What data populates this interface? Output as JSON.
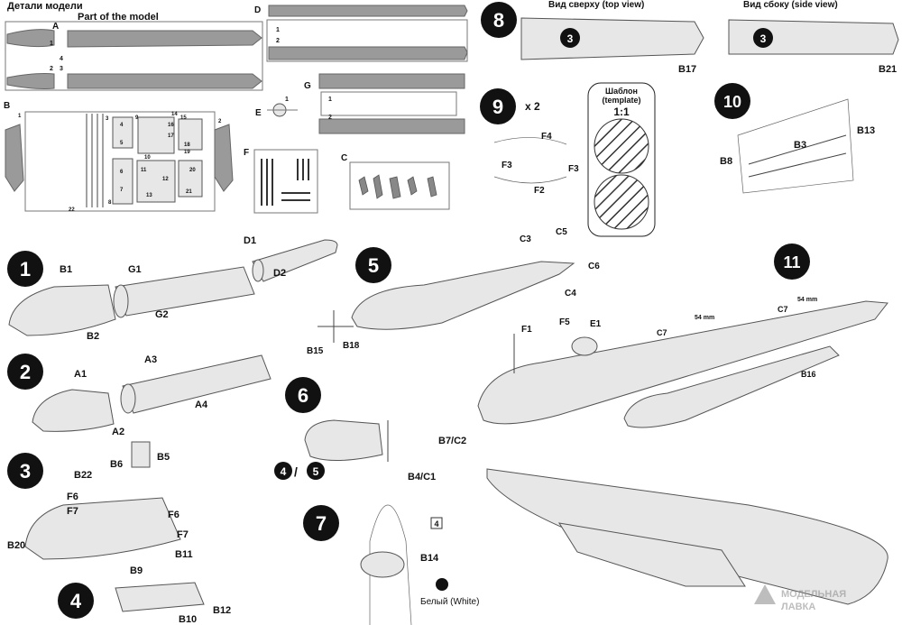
{
  "header": {
    "title_ru": "Детали модели",
    "title_en": "Part of the model"
  },
  "sprues": {
    "letters": [
      "A",
      "B",
      "D",
      "E",
      "G",
      "F",
      "C"
    ],
    "part_numbers": {
      "a_left": [
        "1",
        "2",
        "3",
        "4"
      ],
      "d": [
        "1",
        "2"
      ],
      "e": [
        "1"
      ],
      "g": [
        "1",
        "2"
      ],
      "b_small": [
        "1",
        "2",
        "3",
        "4",
        "5",
        "6",
        "7",
        "8",
        "9",
        "10",
        "11",
        "12",
        "13",
        "14",
        "15",
        "16",
        "17",
        "18",
        "19",
        "20",
        "21",
        "22"
      ]
    }
  },
  "steps": [
    {
      "num": "1",
      "labels": [
        "B1",
        "G1",
        "D1",
        "D2",
        "G2",
        "B2"
      ]
    },
    {
      "num": "2",
      "labels": [
        "A1",
        "A3",
        "A4",
        "A2"
      ]
    },
    {
      "num": "3",
      "labels": [
        "B5",
        "B6",
        "B22",
        "F6",
        "F7",
        "F6",
        "F7",
        "B20"
      ]
    },
    {
      "num": "4",
      "labels": [
        "B11",
        "B9",
        "B12",
        "B10"
      ]
    },
    {
      "num": "5",
      "labels": [
        "C3",
        "C5",
        "C6",
        "C4",
        "B15",
        "B18"
      ]
    },
    {
      "num": "6",
      "labels": [
        "B7/C2",
        "B4/C1"
      ],
      "ref_a": "4",
      "ref_sep": "/",
      "ref_b": "5"
    },
    {
      "num": "7",
      "labels": [
        "B14"
      ],
      "box_ref": "4",
      "white_note": "Белый (White)"
    },
    {
      "num": "8",
      "top_view": "Вид сверху (top view)",
      "side_view": "Вид сбоку (side view)",
      "inner": "3",
      "inner2": "3",
      "labels": [
        "B17",
        "B21"
      ]
    },
    {
      "num": "9",
      "mult": "x 2",
      "labels": [
        "F4",
        "F3",
        "F3",
        "F2"
      ],
      "template_title": "Шаблон",
      "template_sub": "(template)",
      "template_scale": "1:1"
    },
    {
      "num": "10",
      "labels": [
        "B13",
        "B3",
        "B8"
      ]
    },
    {
      "num": "11",
      "labels": [
        "F1",
        "F5",
        "E1",
        "C7",
        "C7",
        "B16"
      ],
      "dims": [
        "54 mm",
        "54 mm"
      ]
    }
  ],
  "watermark": {
    "line1": "МОДЕЛЬНАЯ",
    "line2": "ЛАВКА"
  },
  "colors": {
    "part_fill": "#e7e7e7",
    "sprue_gray": "#9a9a9a",
    "step_circle": "#111111"
  }
}
